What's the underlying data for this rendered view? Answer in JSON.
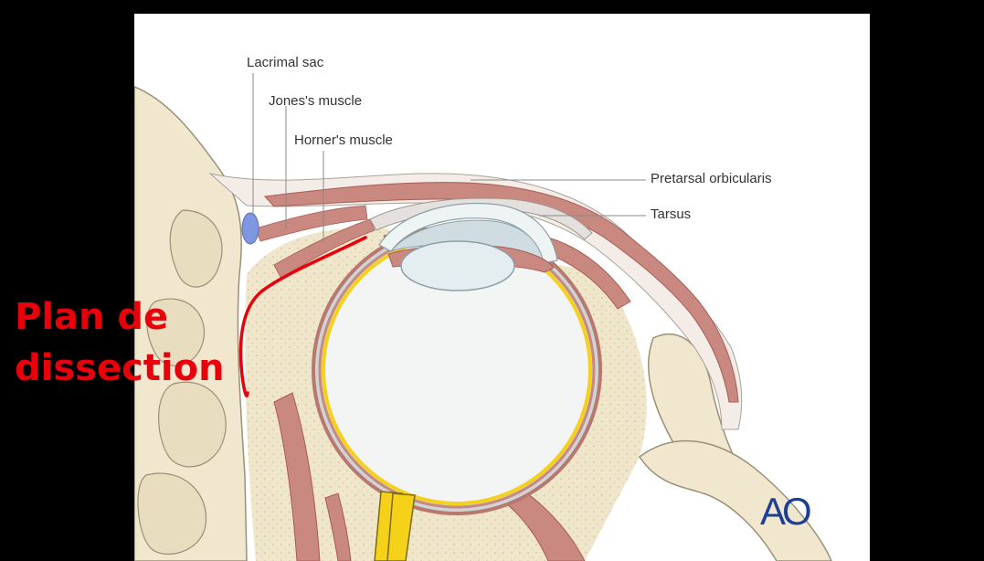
{
  "labels": {
    "lacrimal_sac": "Lacrimal sac",
    "jones_muscle": "Jones's muscle",
    "horner_muscle": "Horner's muscle",
    "pretarsal_orbicularis": "Pretarsal orbicularis",
    "tarsus": "Tarsus"
  },
  "overlay": {
    "line1": "Plan de",
    "line2": "dissection"
  },
  "logo": "AO",
  "colors": {
    "background": "#000000",
    "panel": "#ffffff",
    "bone": "#f1e7cf",
    "bone_outline": "#9a9078",
    "muscle": "#c98880",
    "muscle_dark": "#a85c56",
    "sclera": "#f2f4f5",
    "lens": "#e4eef0",
    "yellow": "#f5d11a",
    "lacrimal": "#7f97e0",
    "annotation_red": "#e8000b",
    "logo_blue": "#1d3f94"
  }
}
